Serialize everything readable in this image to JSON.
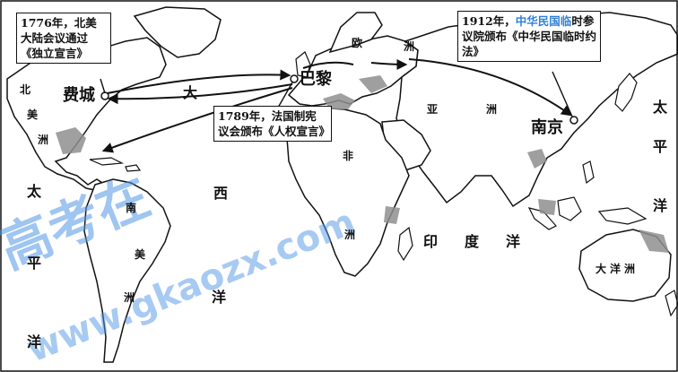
{
  "colors": {
    "land": "#ffffff",
    "coastline": "#111111",
    "shading": "#8f8f8f",
    "callout_highlight": "#2f7fd8",
    "watermark": "#5aa0e8"
  },
  "places": {
    "philadelphia": "费城",
    "paris": "巴黎",
    "nanjing": "南京"
  },
  "regions": {
    "north_america": [
      "北",
      "美"
    ],
    "north_america_3": "洲",
    "south_america": [
      "南",
      "美",
      "洲"
    ],
    "europe": [
      "欧",
      "洲"
    ],
    "asia": [
      "亚",
      "洲"
    ],
    "africa": [
      "非",
      "洲"
    ],
    "oceania": [
      "大",
      "洋",
      "洲"
    ],
    "atlantic": [
      "大",
      "西",
      "洋"
    ],
    "pacific_left": [
      "太",
      "平",
      "洋"
    ],
    "pacific_right": [
      "太",
      "平",
      "洋"
    ],
    "indian": [
      "印",
      "度",
      "洋"
    ]
  },
  "callouts": {
    "us1776": {
      "year": "1776年，",
      "text": "北美大陆会议通过《独立宣言》"
    },
    "fr1789": {
      "year": "1789年，",
      "text": "法国制宪议会颁布《人权宣言》"
    },
    "cn1912": {
      "year": "1912年，",
      "highlight": "中华民国临",
      "text": "时参议院颁布《中华民国临时约法》"
    }
  },
  "watermark": {
    "main": "高考在",
    "url": "www.gkaozx.com"
  },
  "icons": [
    "arrow-right-icon",
    "city-dot-icon"
  ]
}
